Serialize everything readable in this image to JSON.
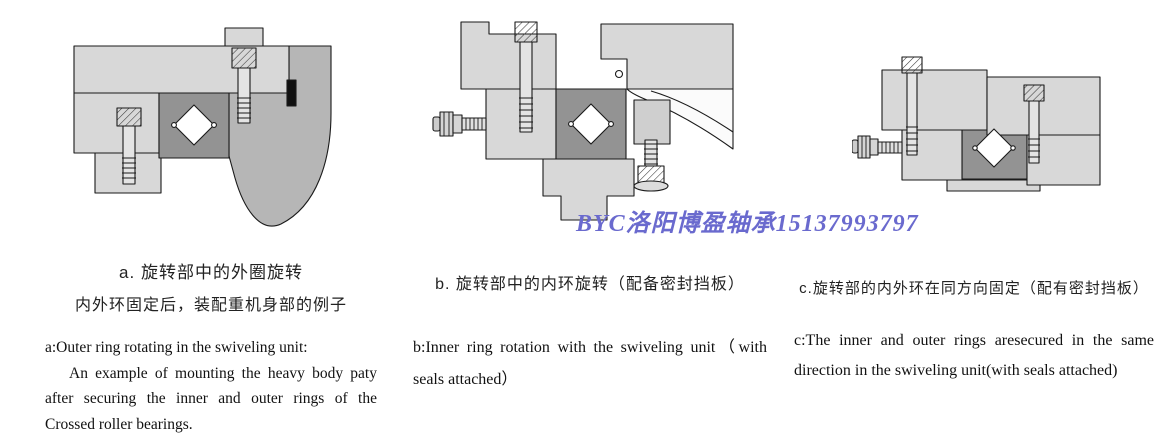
{
  "watermark": {
    "text": "BYC洛阳博盈轴承15137993797",
    "color": "#6a6ace"
  },
  "colors": {
    "outline": "#1a1a1a",
    "plate_gray": "#d8d8d8",
    "bearing_gray": "#939393",
    "body_gray": "#b6b6b6",
    "roller_white": "#ffffff"
  },
  "figures": {
    "a": {
      "caption_cn_1": "a. 旋转部中的外圈旋转",
      "caption_cn_2": "内外环固定后，装配重机身部的例子",
      "caption_en_1": "a:Outer ring rotating in the swiveling unit:",
      "caption_en_2": "An example of mounting the heavy body paty after securing the inner and outer rings of the Crossed roller bearings."
    },
    "b": {
      "caption_cn_1": "b. 旋转部中的内环旋转（配备密封挡板）",
      "caption_en_1": "b:Inner ring rotation with the swiveling unit（with seals attached）"
    },
    "c": {
      "caption_cn_1": "c.旋转部的内外环在同方向固定（配有密封挡板）",
      "caption_en_1": "c:The inner  and outer rings aresecured in the same direction in the swiveling unit(with seals attached)"
    }
  }
}
